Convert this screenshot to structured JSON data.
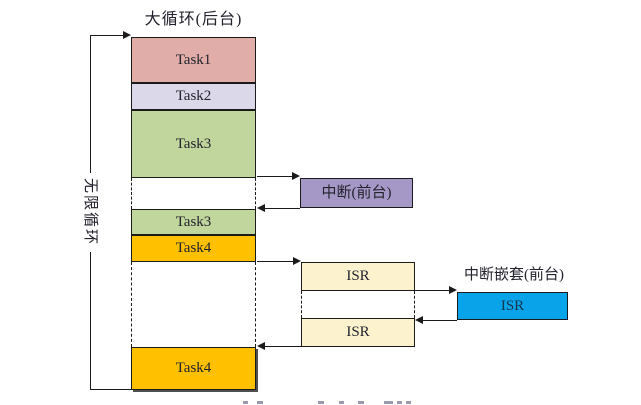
{
  "diagram": {
    "title": "大循环(后台)",
    "infinite_loop_label": "无限循环",
    "nested_interrupt_title": "中断嵌套(前台)",
    "blocks": {
      "task1": {
        "label": "Task1",
        "color": "#E1ADA8"
      },
      "task2": {
        "label": "Task2",
        "color": "#DBD8E9"
      },
      "task3_first": {
        "label": "Task3",
        "color": "#C1D69C"
      },
      "task3_second": {
        "label": "Task3",
        "color": "#C1D69C"
      },
      "task4_first": {
        "label": "Task4",
        "color": "#FFC000"
      },
      "task4_second": {
        "label": "Task4",
        "color": "#FFC000"
      },
      "interrupt": {
        "label": "中断(前台)",
        "color": "#A698C6"
      },
      "isr_first": {
        "label": "ISR",
        "color": "#FCF2CE"
      },
      "isr_second": {
        "label": "ISR",
        "color": "#FCF2CE"
      },
      "isr_nested": {
        "label": "ISR",
        "color": "#09A3E9"
      }
    },
    "line_color": "#1b1b1b",
    "background_color": "#ffffff"
  }
}
